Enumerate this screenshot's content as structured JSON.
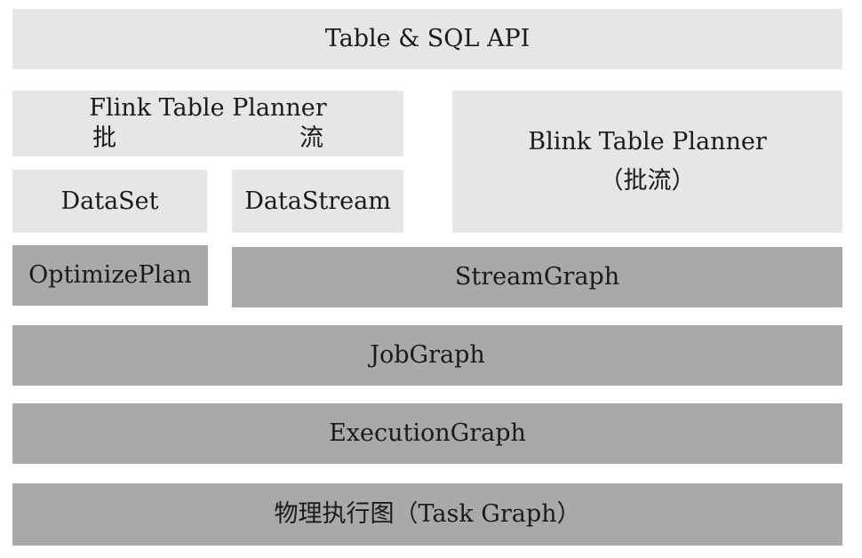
{
  "layers": {
    "table_sql_api": "Table & SQL API",
    "flink_planner": {
      "title": "Flink Table Planner",
      "batch": "批",
      "stream": "流"
    },
    "blink_planner": {
      "title": "Blink Table Planner",
      "subtitle": "（批流）"
    },
    "dataset": "DataSet",
    "datastream": "DataStream",
    "optimizeplan": "OptimizePlan",
    "streamgraph": "StreamGraph",
    "jobgraph": "JobGraph",
    "executiongraph": "ExecutionGraph",
    "physical_graph": "物理执行图（Task Graph）"
  },
  "colors": {
    "light_layer": "#e6e6e6",
    "dark_layer": "#a9a9a9"
  }
}
